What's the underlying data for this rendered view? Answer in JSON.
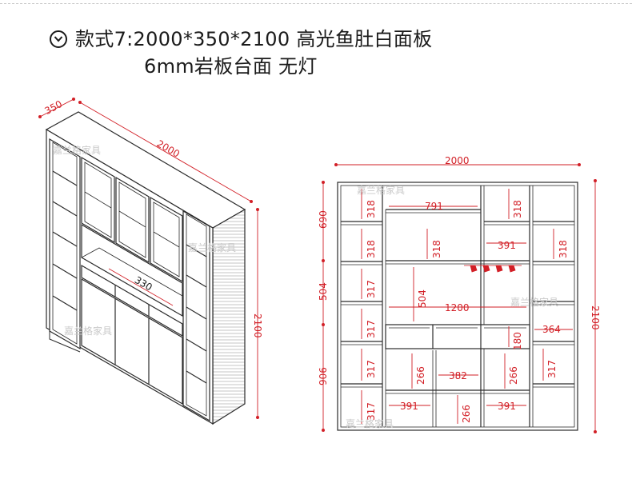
{
  "title": {
    "line1": "款式7:2000*350*2100 高光鱼肚白面板",
    "line2": "6mm岩板台面 无灯"
  },
  "icons": {
    "bullet": "chevron-down-circle-icon"
  },
  "colors": {
    "dimension": "#d21f26",
    "line": "#2b2b2b",
    "watermark": "#c9c9c9"
  },
  "watermark": "嘉兰格家具",
  "iso_view": {
    "width_label": "2000",
    "depth_label": "350",
    "height_label": "2100",
    "cabinet_depth_label": "330"
  },
  "front_view": {
    "total_width": "2000",
    "total_height": "2100",
    "left_heights": [
      "690",
      "504",
      "906"
    ],
    "col_left_shelf": "318",
    "col_right_shelf": "318",
    "top_center_width": "791",
    "center_upper_height": "318",
    "center_right_width": "391",
    "center_right_height": "318",
    "left_mid_a": "317",
    "left_mid_b": "317",
    "center_open_height": "504",
    "center_width": "1200",
    "right_width": "364",
    "drawer_height": "180",
    "lower_left_a": "317",
    "lower_left_b": "317",
    "lower_center_h1": "266",
    "lower_center_w": "382",
    "lower_center_h2": "266",
    "right_lower_h": "317",
    "bottom_left_w": "391",
    "bottom_center_h": "266",
    "bottom_right_w": "391"
  }
}
